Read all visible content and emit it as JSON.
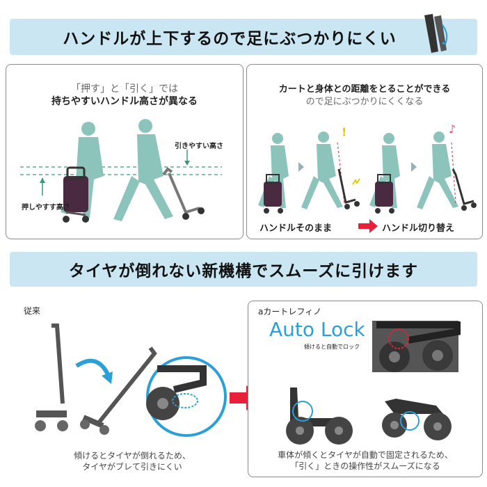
{
  "section1": {
    "title": "ハンドルが上下するので足にぶつかりにくい"
  },
  "panel_left": {
    "line1": "「押す」と「引く」では",
    "line2": "持ちやすいハンドル高さが異なる",
    "label_pull": "引きやすい高さ",
    "label_push": "押しやすす高さ"
  },
  "panel_right": {
    "line1": "カートと身体との距離をとることができる",
    "line2": "ので足にぶつかりにくくなる",
    "label_before": "ハンドルそのまま",
    "label_after": "ハンドル切り替え"
  },
  "section2": {
    "title": "タイヤが倒れない新機構でスムーズに引けます"
  },
  "conventional": {
    "label": "従来",
    "caption1": "傾けるとタイヤが倒れるため、",
    "caption2": "タイヤがブレて引きにくい"
  },
  "new_product": {
    "label": "aカートレフィノ",
    "autolock_title": "Auto Lock",
    "autolock_sub": "傾けると自動でロック",
    "caption1": "車体が傾くとタイヤが自動で固定されるため、",
    "caption2": "「引く」ときの操作性がスムーズになる"
  },
  "colors": {
    "banner": "#c9e6f2",
    "figure": "#8cc4bc",
    "accent_red": "#e8203a",
    "accent_blue": "#2aa0d6",
    "autolock": "#2aa0d6",
    "cart_purple": "#4a2a40"
  }
}
